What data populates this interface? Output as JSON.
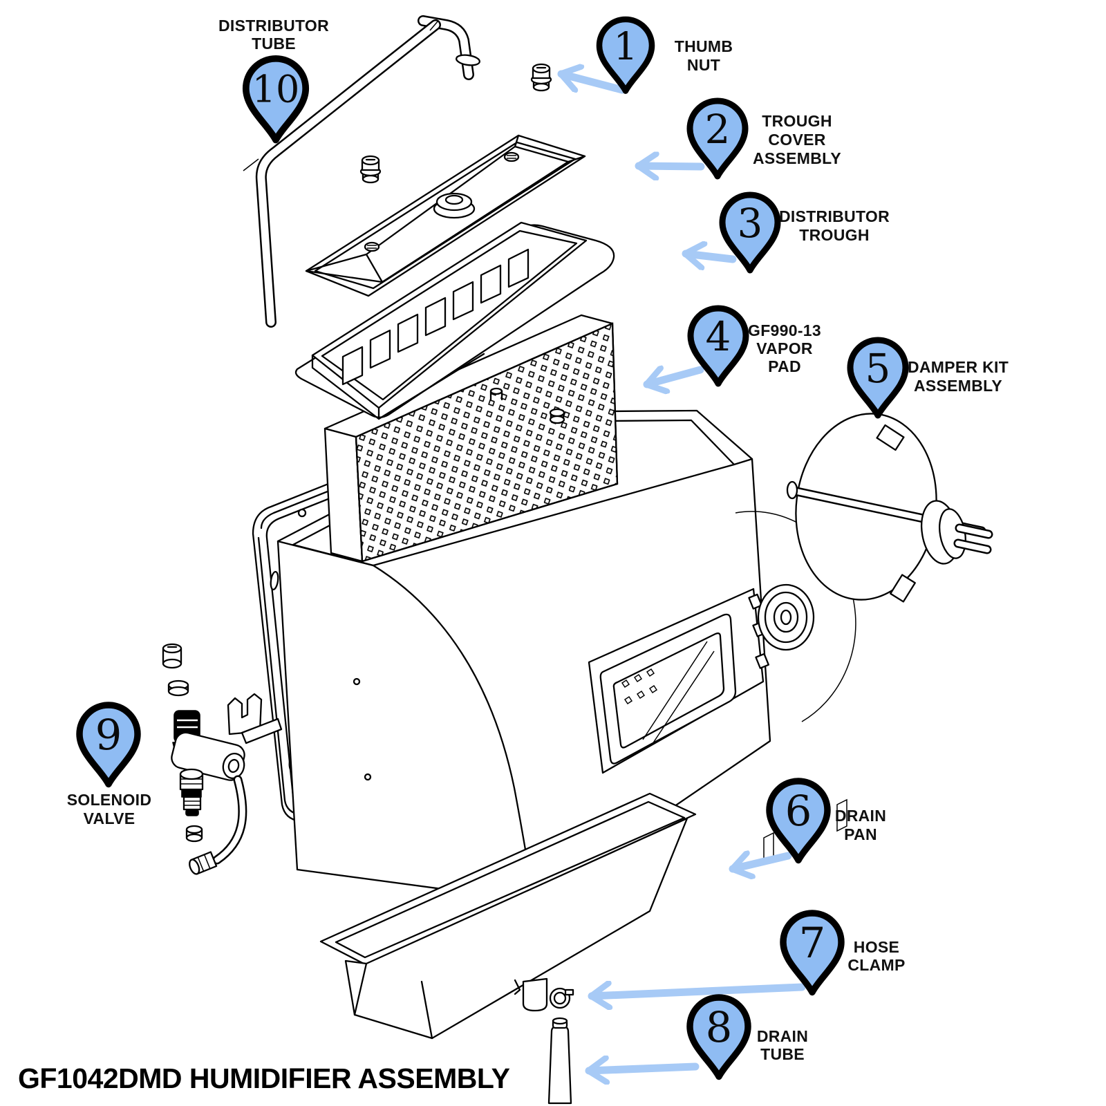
{
  "title": "GF1042DMD HUMIDIFIER ASSEMBLY",
  "colors": {
    "pin_fill": "#8FBCF3",
    "arrow": "#A7CAF6",
    "line": "#000000",
    "text": "#111111",
    "background": "#ffffff"
  },
  "callouts": [
    {
      "number": "1",
      "label_lines": [
        "THUMB",
        "NUT"
      ]
    },
    {
      "number": "2",
      "label_lines": [
        "TROUGH",
        "COVER",
        "ASSEMBLY"
      ]
    },
    {
      "number": "3",
      "label_lines": [
        "DISTRIBUTOR",
        "TROUGH"
      ]
    },
    {
      "number": "4",
      "label_lines": [
        "GF990-13",
        "VAPOR",
        "PAD"
      ]
    },
    {
      "number": "5",
      "label_lines": [
        "DAMPER KIT",
        "ASSEMBLY"
      ]
    },
    {
      "number": "6",
      "label_lines": [
        "DRAIN",
        "PAN"
      ]
    },
    {
      "number": "7",
      "label_lines": [
        "HOSE",
        "CLAMP"
      ]
    },
    {
      "number": "8",
      "label_lines": [
        "DRAIN",
        "TUBE"
      ]
    },
    {
      "number": "9",
      "label_lines": [
        "SOLENOID",
        "VALVE"
      ]
    },
    {
      "number": "10",
      "label_lines": [
        "DISTRIBUTOR",
        "TUBE"
      ]
    }
  ]
}
